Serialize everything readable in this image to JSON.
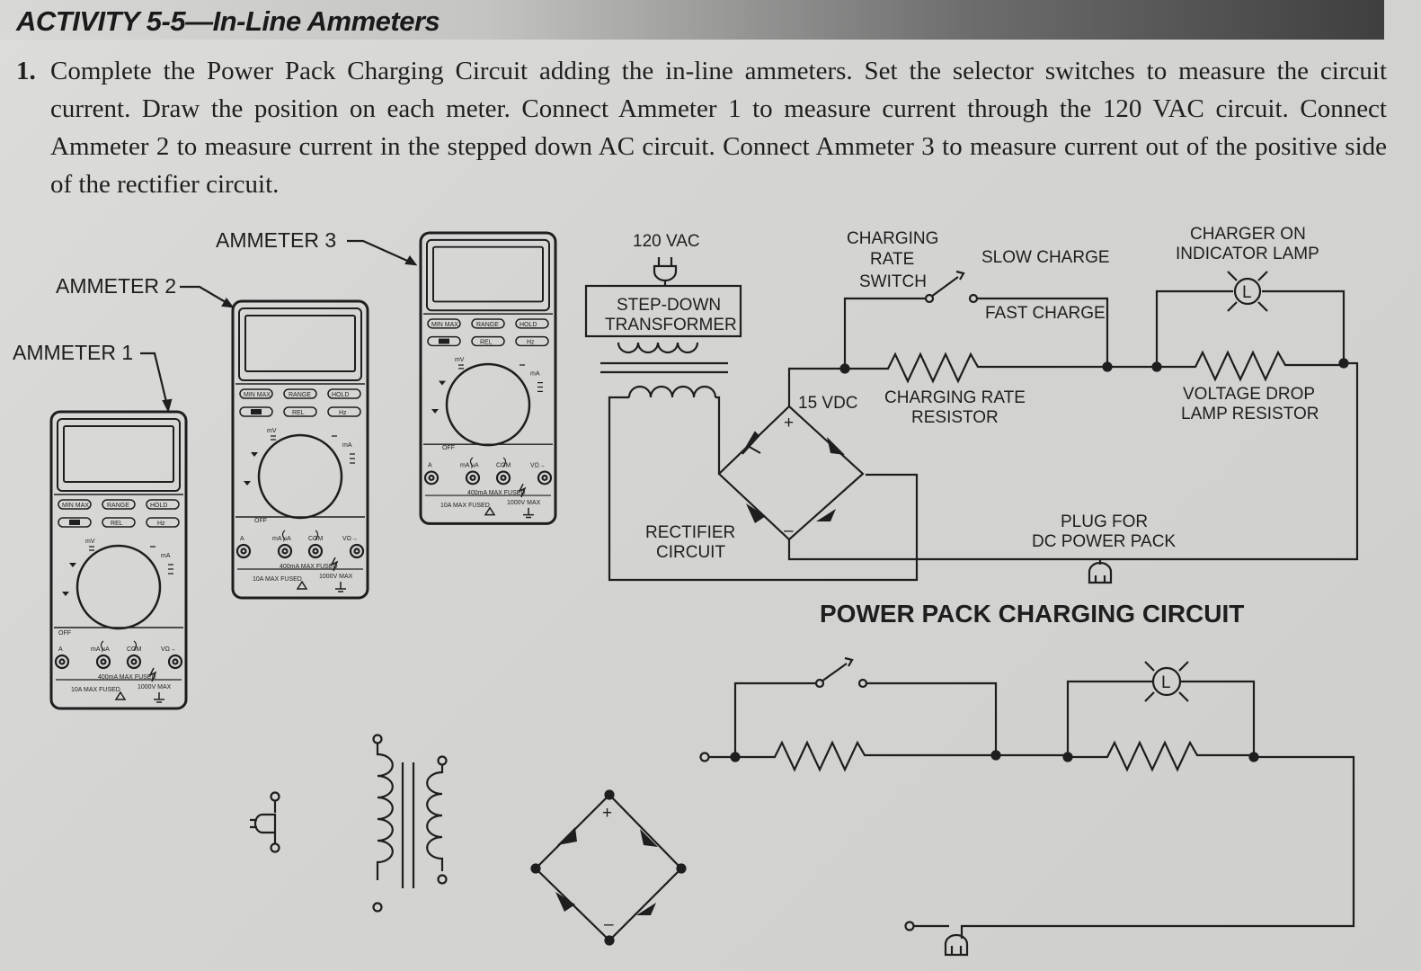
{
  "activity_title": "ACTIVITY 5-5—In-Line Ammeters",
  "instruction": {
    "number": "1.",
    "text": "Complete the Power Pack Charging Circuit adding the in-line ammeters. Set the selector switches to measure the circuit current. Draw the position on each meter. Connect Ammeter 1 to measure current through the 120 VAC circuit. Connect Ammeter 2 to measure current in the stepped down AC circuit. Connect Ammeter 3 to measure current out of the positive side of the rectifier circuit."
  },
  "meters": {
    "ammeter_1": "AMMETER 1",
    "ammeter_2": "AMMETER 2",
    "ammeter_3": "AMMETER 3",
    "buttons": {
      "min_max": "MIN MAX",
      "range": "RANGE",
      "hold": "HOLD",
      "rel": "REL",
      "hz": "Hz"
    },
    "dial": {
      "off": "OFF",
      "ma": "mA",
      "mv": "mV"
    },
    "jacks": {
      "a": "A",
      "ma_ua": "mA µA",
      "com": "COM",
      "v_ohm": "VΩ→"
    },
    "fuses": {
      "amp_10": "10A MAX FUSED",
      "ma_400": "400mA MAX FUSED",
      "v_1000": "1000V MAX"
    }
  },
  "circuit": {
    "vac_120": "120 VAC",
    "step_down_transformer": [
      "STEP-DOWN",
      "TRANSFORMER"
    ],
    "charging_rate_switch": [
      "CHARGING",
      "RATE",
      "SWITCH"
    ],
    "slow_charge": "SLOW CHARGE",
    "fast_charge": "FAST CHARGE",
    "charger_on_indicator_lamp": [
      "CHARGER ON",
      "INDICATOR LAMP"
    ],
    "lamp_symbol": "L",
    "vdc_15": "15 VDC",
    "charging_rate_resistor": [
      "CHARGING RATE",
      "RESISTOR"
    ],
    "voltage_drop_lamp_resistor": [
      "VOLTAGE DROP",
      "LAMP RESISTOR"
    ],
    "rectifier_circuit": [
      "RECTIFIER",
      "CIRCUIT"
    ],
    "plug_for_dc_power_pack": [
      "PLUG FOR",
      "DC POWER PACK"
    ],
    "plus": "+",
    "minus": "–",
    "title": "POWER PACK CHARGING CIRCUIT"
  },
  "colors": {
    "ink": "#1e1e1e",
    "paper": "#d9d9d7",
    "header_dark": "#3f3f3f"
  }
}
